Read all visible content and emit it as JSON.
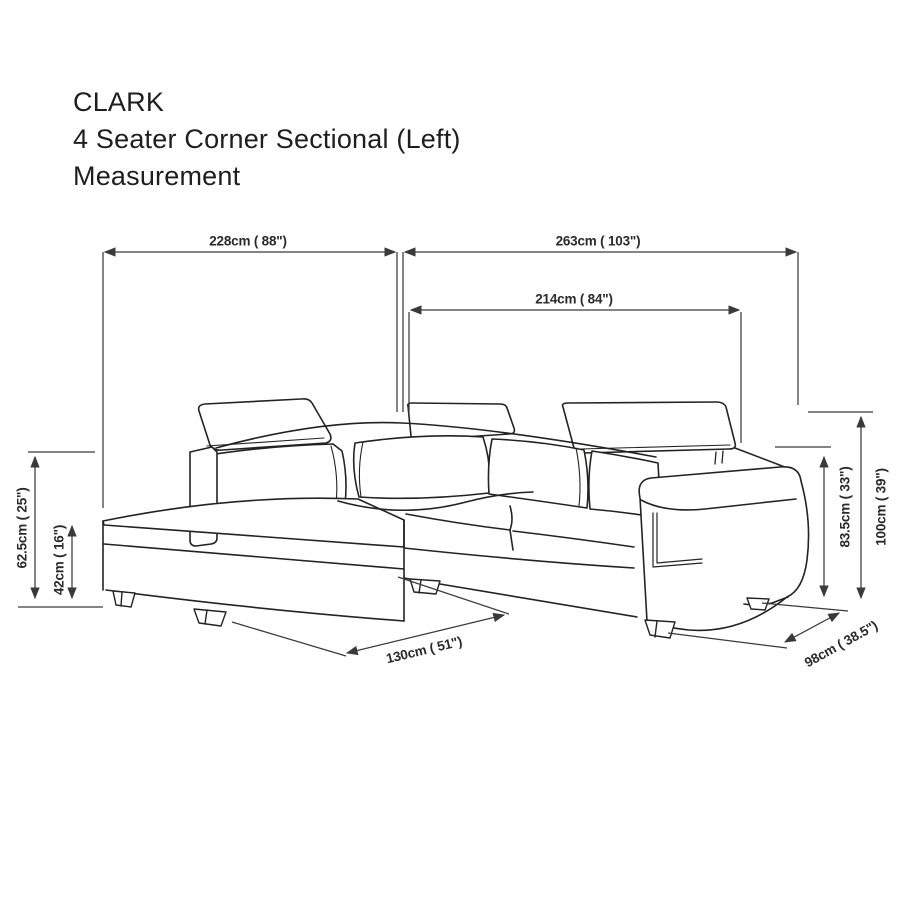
{
  "title": {
    "product_name": "CLARK",
    "product_type": "4 Seater Corner Sectional (Left)",
    "diagram_label": "Measurement"
  },
  "dimensions": {
    "chaise_side_width": "228cm ( 88\")",
    "overall_width": "263cm ( 103\")",
    "seat_section_width": "214cm ( 84\")",
    "back_height": "62.5cm ( 25\")",
    "seat_height": "42cm ( 16\")",
    "arm_height": "83.5cm ( 33\")",
    "overall_height": "100cm ( 39\")",
    "chaise_depth": "130cm ( 51\")",
    "sofa_depth": "98cm ( 38.5\")"
  },
  "colors": {
    "ink": "#242321",
    "dimension_line": "#3a3a39",
    "background": "#ffffff"
  }
}
